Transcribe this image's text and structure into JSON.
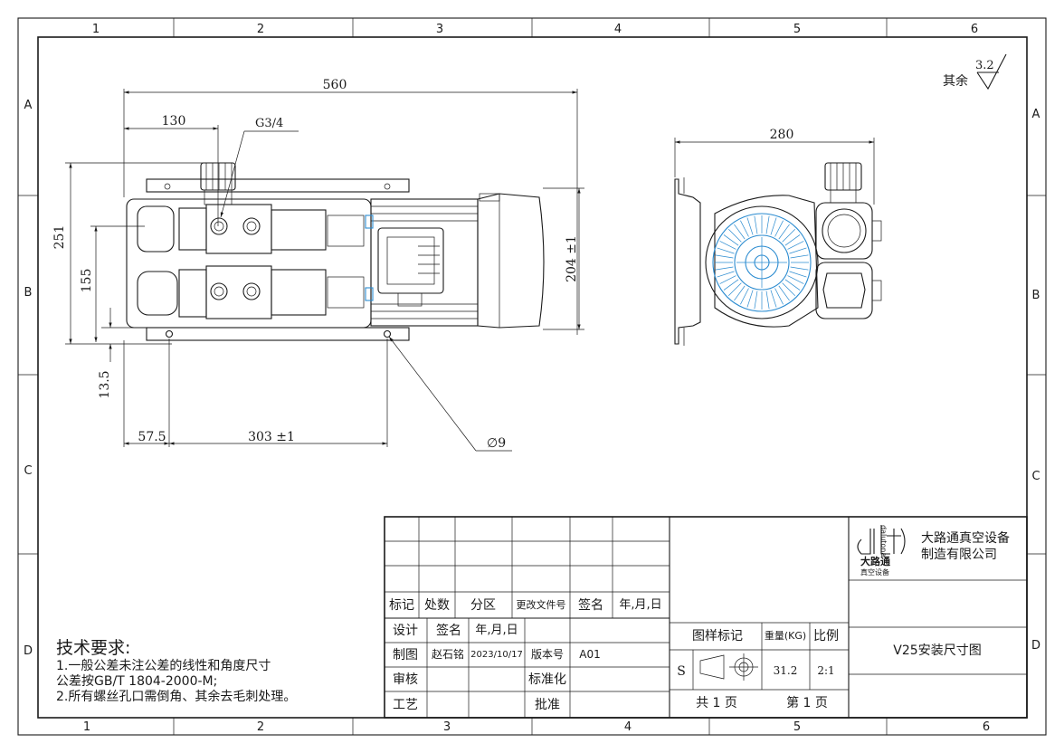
{
  "frame": {
    "col_labels": [
      "1",
      "2",
      "3",
      "4",
      "5",
      "6"
    ],
    "row_labels": [
      "A",
      "B",
      "C",
      "D"
    ]
  },
  "surface": {
    "label": "其余",
    "roughness": "3.2"
  },
  "dimensions": {
    "total_length": "560",
    "inlet_offset": "130",
    "thread": "G3/4",
    "height_overall": "251",
    "height_mid": "155",
    "foot_offset": "13.5",
    "foot_start": "57.5",
    "hole_spacing": "303 ±1",
    "hole_diameter": "∅9",
    "side_width": "280",
    "side_height": "204 ±1"
  },
  "notes": {
    "title": "技术要求:",
    "lines": [
      "1.一般公差未注公差的线性和角度尺寸",
      "公差按GB/T 1804-2000-M;",
      "2.所有螺丝孔口需倒角、其余去毛刺处理。"
    ]
  },
  "title_block": {
    "rev_headers": [
      "标记",
      "处数",
      "分区",
      "更改文件号",
      "签名",
      "年,月,日"
    ],
    "design": "设计",
    "sign": "签名",
    "date_label": "年,月,日",
    "draw": "制图",
    "drawer_name": "赵石铭",
    "draw_date": "2023/10/17",
    "version_label": "版本号",
    "version": "A01",
    "review": "审核",
    "standardize": "标准化",
    "process": "工艺",
    "approve": "批准",
    "marking_label": "图样标记",
    "weight_label": "重量(KG)",
    "scale_label": "比例",
    "marking": "S",
    "weight": "31.2",
    "scale": "2:1",
    "total_sheets": "共  1  页",
    "sheet_no": "第  1  页",
    "company_line1": "大路通真空设备",
    "company_line2": "制造有限公司",
    "logo_caption": "大路通",
    "logo_sub": "真空设备",
    "logo_vertical": "dalutona",
    "drawing_title": "V25安装尺寸图"
  }
}
